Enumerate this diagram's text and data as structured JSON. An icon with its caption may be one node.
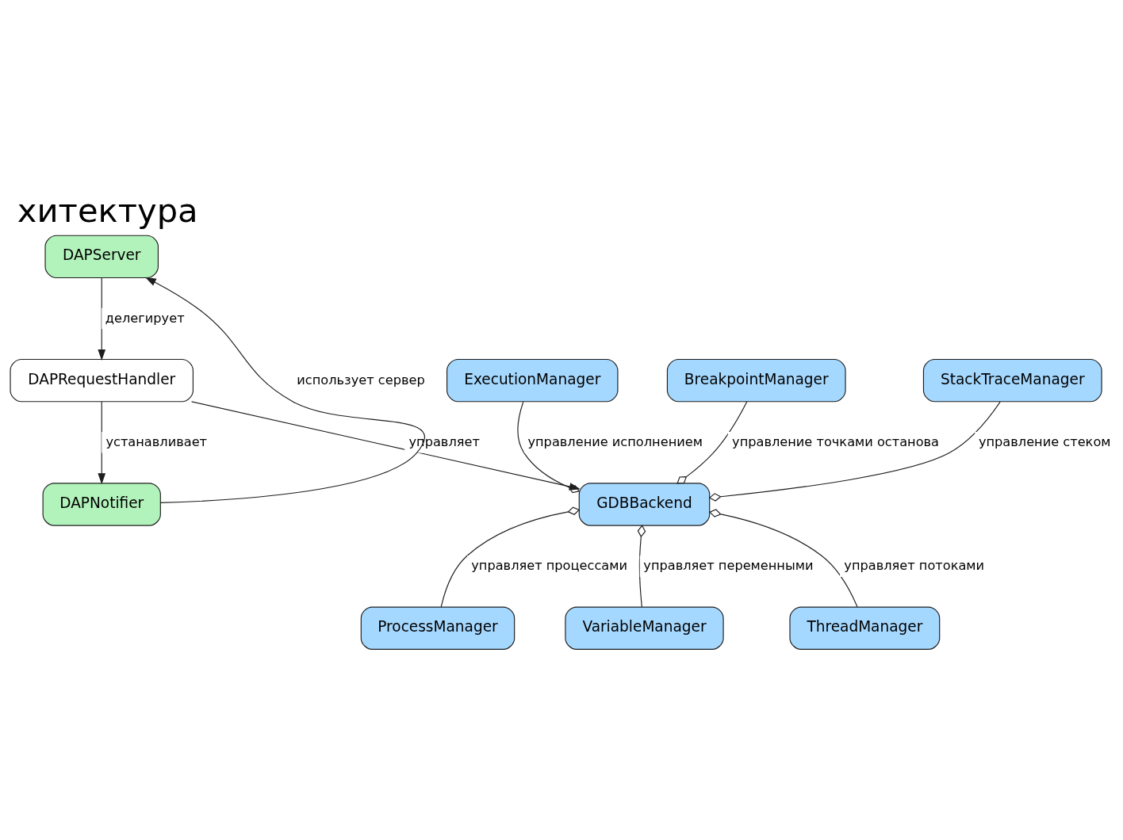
{
  "diagram": {
    "title": "хитектура",
    "nodes": [
      {
        "text": [
          "DAPServer"
        ]
      },
      {
        "text": [
          "ExecutionManager"
        ]
      },
      {
        "text": [
          "DAPRequestHandler"
        ]
      },
      {
        "text": [
          "BreakpointManager"
        ]
      },
      {
        "text": [
          "StackTraceManager"
        ]
      },
      {
        "text": [
          "GDBBackend"
        ]
      },
      {
        "text": [
          "DAPNotifier"
        ]
      },
      {
        "text": [
          "ProcessManager"
        ]
      },
      {
        "text": [
          "VariableManager"
        ]
      },
      {
        "text": [
          "ThreadManager"
        ]
      }
    ],
    "edges": [
      {
        "from": 0,
        "to": 2,
        "arrow": "to",
        "label": "делегирует"
      },
      {
        "from": 2,
        "to": 6,
        "arrow": "to",
        "label": "устанавливает"
      },
      {
        "from": 2,
        "to": 5,
        "arrow": "to",
        "label": "управляет"
      },
      {
        "from": 3,
        "to": 5,
        "arrow": "other",
        "label": "управление точками останова"
      },
      {
        "from": 1,
        "to": 5,
        "arrow": "other",
        "label": "управление исполнением"
      },
      {
        "from": 4,
        "to": 5,
        "arrow": "other",
        "label": "управление стеком"
      },
      {
        "from": 7,
        "to": 5,
        "arrow": "other",
        "label": "управляет процессами"
      },
      {
        "from": 8,
        "to": 5,
        "arrow": "other",
        "label": "управляет переменными"
      },
      {
        "from": 9,
        "to": 5,
        "arrow": "other",
        "label": "управляет потоками"
      },
      {
        "from": 6,
        "to": 0,
        "arrow": "to",
        "label": "использует сервер"
      }
    ]
  }
}
